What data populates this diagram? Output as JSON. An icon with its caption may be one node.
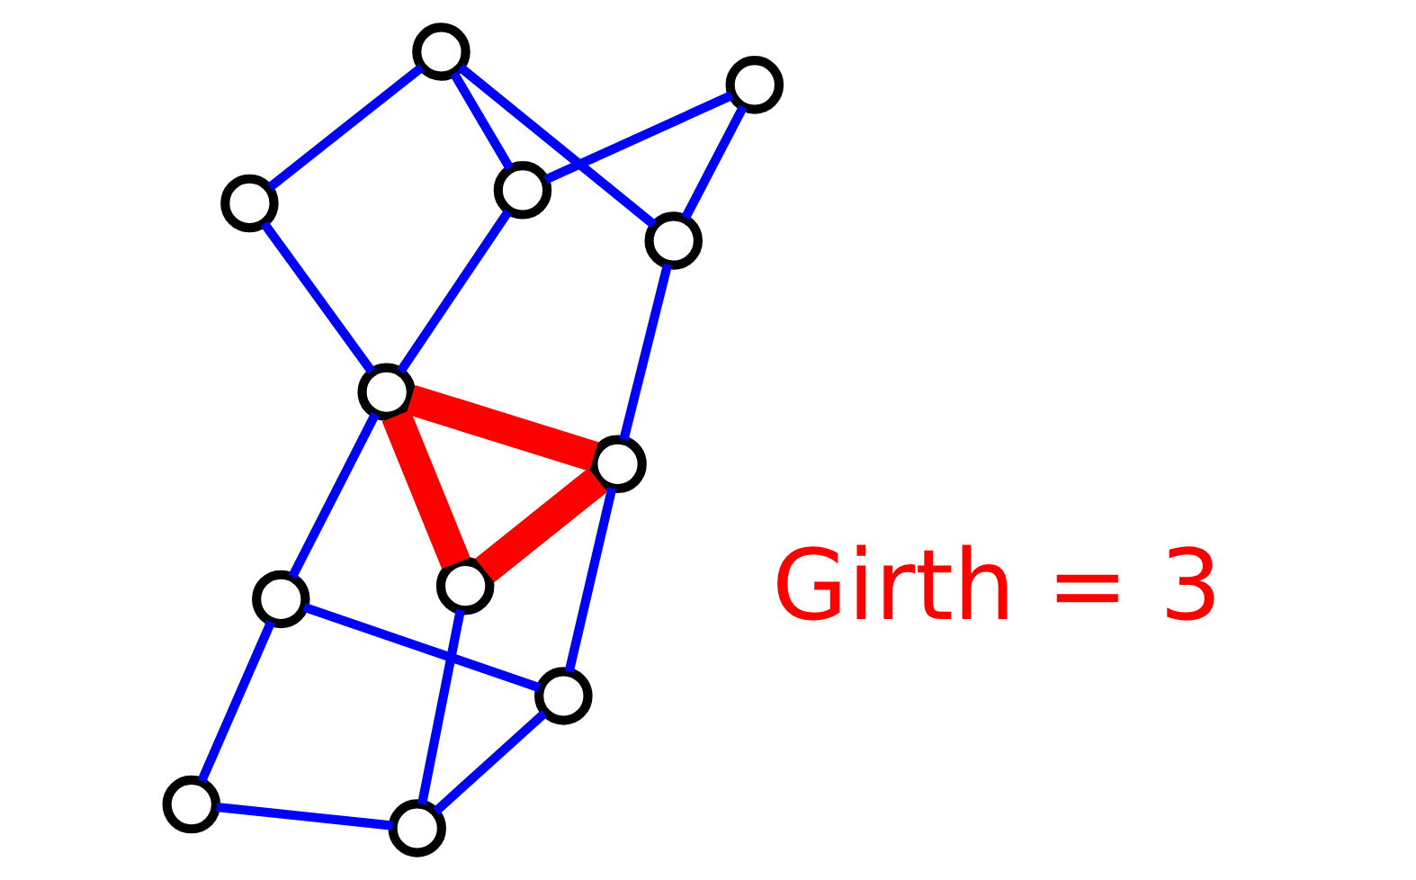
{
  "diagram": {
    "nodes": [
      {
        "text": [],
        "shape": "circle"
      },
      {
        "text": [],
        "shape": "circle"
      },
      {
        "text": [],
        "shape": "circle"
      },
      {
        "text": [],
        "shape": "circle"
      },
      {
        "text": [],
        "shape": "circle"
      },
      {
        "text": [],
        "shape": "circle"
      },
      {
        "text": [],
        "shape": "circle"
      },
      {
        "text": [],
        "shape": "circle"
      },
      {
        "text": [],
        "shape": "circle"
      },
      {
        "text": [],
        "shape": "circle"
      },
      {
        "text": [],
        "shape": "circle"
      },
      {
        "text": [],
        "shape": "circle"
      }
    ],
    "edges": [
      {
        "from": 0,
        "to": 1,
        "arrow": "none"
      },
      {
        "from": 0,
        "to": 3,
        "arrow": "none"
      },
      {
        "from": 1,
        "to": 5,
        "arrow": "none"
      },
      {
        "from": 1,
        "to": 2,
        "arrow": "none"
      },
      {
        "from": 5,
        "to": 4,
        "arrow": "none"
      },
      {
        "from": 4,
        "to": 2,
        "arrow": "none"
      },
      {
        "from": 2,
        "to": 3,
        "arrow": "none"
      },
      {
        "from": 5,
        "to": 9,
        "arrow": "none"
      },
      {
        "from": 9,
        "to": 3,
        "arrow": "none",
        "style": "thick",
        "color": "#ff0000"
      },
      {
        "from": 9,
        "to": 11,
        "arrow": "none",
        "style": "thick",
        "color": "#ff0000"
      },
      {
        "from": 3,
        "to": 11,
        "arrow": "none",
        "style": "thick",
        "color": "#ff0000"
      },
      {
        "from": 9,
        "to": 7,
        "arrow": "none"
      },
      {
        "from": 7,
        "to": 6,
        "arrow": "none"
      },
      {
        "from": 7,
        "to": 10,
        "arrow": "none"
      },
      {
        "from": 6,
        "to": 8,
        "arrow": "none"
      },
      {
        "from": 8,
        "to": 10,
        "arrow": "none"
      },
      {
        "from": 10,
        "to": 11,
        "arrow": "none"
      },
      {
        "from": 3,
        "to": 6,
        "arrow": "none"
      }
    ],
    "labels": [
      "Girth = 3"
    ]
  }
}
